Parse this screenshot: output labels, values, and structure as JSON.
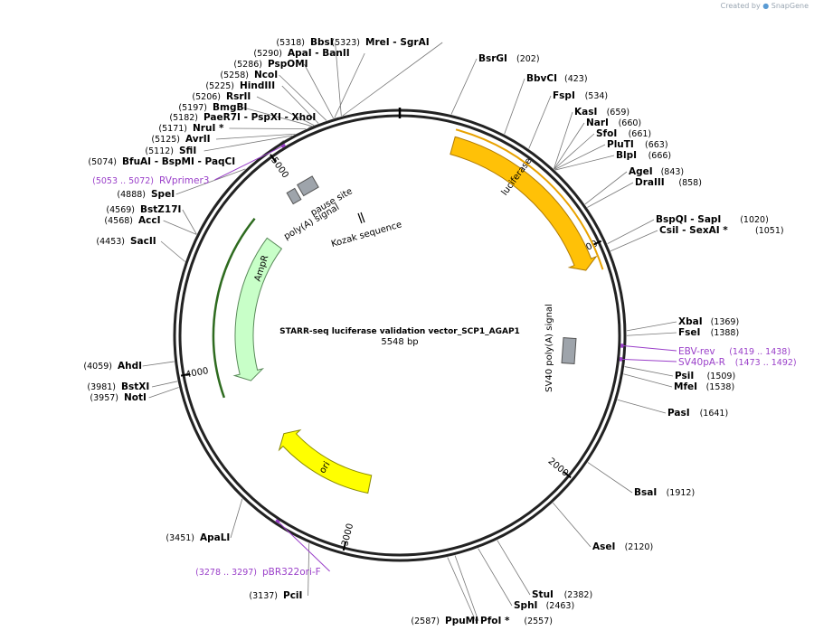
{
  "brand": {
    "text": "Created by",
    "app": "SnapGene"
  },
  "title": "STARR-seq luciferase validation vector_SCP1_AGAP1",
  "length_label": "5548 bp",
  "length_bp": 5548,
  "ticks": [
    "1000",
    "2000",
    "3000",
    "4000",
    "5000"
  ],
  "features": [
    {
      "name": "luciferase",
      "start": 240,
      "end": 1090,
      "color": "#ffc107"
    },
    {
      "name": "SV40 poly(A) signal",
      "start": 1281,
      "end": 1403,
      "color": "#9ea4ab"
    },
    {
      "name": "ori",
      "start": 2950,
      "end": 3540,
      "color": "#ffff00"
    },
    {
      "name": "AmpR",
      "start": 3850,
      "end": 4720,
      "color": "#c8ffc8"
    },
    {
      "name": "poly(A) signal",
      "start": 5130,
      "end": 5180,
      "color": "#9ea4ab"
    },
    {
      "name": "pause site",
      "start": 5190,
      "end": 5270,
      "color": "#9ea4ab"
    },
    {
      "name": "Kozak sequence",
      "start": 5470,
      "end": 5486,
      "color": "#000000"
    }
  ],
  "enzymes_right": [
    {
      "name": "BsrGI",
      "pos": "(202)"
    },
    {
      "name": "BbvCI",
      "pos": "(423)"
    },
    {
      "name": "FspI",
      "pos": "(534)"
    },
    {
      "name": "KasI",
      "pos": "(659)"
    },
    {
      "name": "NarI",
      "pos": "(660)"
    },
    {
      "name": "SfoI",
      "pos": "(661)"
    },
    {
      "name": "PluTI",
      "pos": "(663)"
    },
    {
      "name": "BlpI",
      "pos": "(666)"
    },
    {
      "name": "AgeI",
      "pos": "(843)"
    },
    {
      "name": "DraIII",
      "pos": "(858)"
    },
    {
      "name": "BspQI  - SapI",
      "pos": "(1020)"
    },
    {
      "name": "CsiI  - SexAI *",
      "pos": "(1051)"
    },
    {
      "name": "XbaI",
      "pos": "(1369)"
    },
    {
      "name": "FseI",
      "pos": "(1388)"
    },
    {
      "name": "PsiI",
      "pos": "(1509)"
    },
    {
      "name": "MfeI",
      "pos": "(1538)"
    },
    {
      "name": "PasI",
      "pos": "(1641)"
    },
    {
      "name": "BsaI",
      "pos": "(1912)"
    },
    {
      "name": "AseI",
      "pos": "(2120)"
    },
    {
      "name": "StuI",
      "pos": "(2382)"
    },
    {
      "name": "SphI",
      "pos": "(2463)"
    },
    {
      "name": "PfoI *",
      "pos": "(2557)"
    }
  ],
  "enzymes_left": [
    {
      "name": "PpuMI",
      "pos": "(2587)"
    },
    {
      "name": "PciI",
      "pos": "(3137)"
    },
    {
      "name": "ApaLI",
      "pos": "(3451)"
    },
    {
      "name": "NotI",
      "pos": "(3957)"
    },
    {
      "name": "BstXI",
      "pos": "(3981)"
    },
    {
      "name": "AhdI",
      "pos": "(4059)"
    },
    {
      "name": "SacII",
      "pos": "(4453)"
    },
    {
      "name": "AccI",
      "pos": "(4568)"
    },
    {
      "name": "BstZ17I",
      "pos": "(4569)"
    },
    {
      "name": "SpeI",
      "pos": "(4888)"
    },
    {
      "name": "BfuAI  - BspMI  - PaqCI",
      "pos": "(5074)"
    },
    {
      "name": "SfiI",
      "pos": "(5112)"
    },
    {
      "name": "AvrII",
      "pos": "(5125)"
    },
    {
      "name": "NruI *",
      "pos": "(5171)"
    },
    {
      "name": "PaeR7I  - PspXI  - XhoI",
      "pos": "(5182)"
    },
    {
      "name": "BmgBI",
      "pos": "(5197)"
    },
    {
      "name": "RsrII",
      "pos": "(5206)"
    },
    {
      "name": "HindIII",
      "pos": "(5225)"
    },
    {
      "name": "NcoI",
      "pos": "(5258)"
    },
    {
      "name": "PspOMI",
      "pos": "(5286)"
    },
    {
      "name": "ApaI  - BanII",
      "pos": "(5290)"
    },
    {
      "name": "BbsI",
      "pos": "(5318)"
    },
    {
      "name": "MreI  - SgrAI",
      "pos": "(5323)"
    }
  ],
  "primers": [
    {
      "name": "EBV-rev",
      "range": "(1419 .. 1438)"
    },
    {
      "name": "SV40pA-R",
      "range": "(1473 .. 1492)"
    },
    {
      "name": "pBR322ori-F",
      "range": "(3278 .. 3297)"
    },
    {
      "name": "RVprimer3",
      "range": "(5053 .. 5072)"
    }
  ],
  "colors": {
    "primer": "#9a3fc9",
    "backbone": "#222222"
  }
}
